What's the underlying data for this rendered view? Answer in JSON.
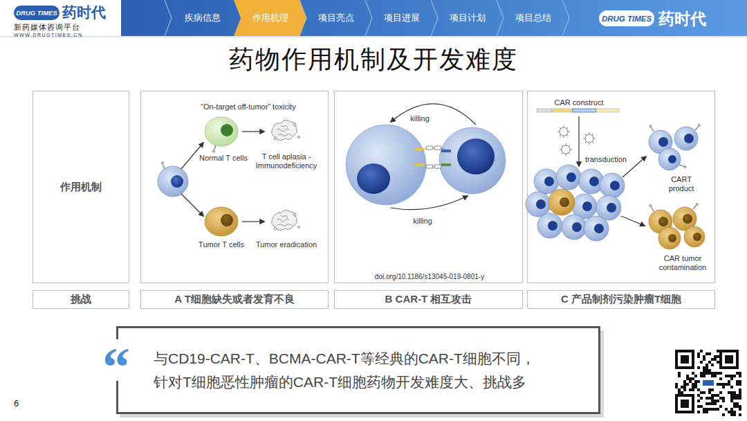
{
  "diagram": {
    "title": "药物作用机制及开发难度",
    "nodes": [
      {
        "text": [
          "疾病信息"
        ]
      },
      {
        "text": [
          "作用机理"
        ]
      },
      {
        "text": [
          "项目亮点"
        ]
      },
      {
        "text": [
          "项目进展"
        ]
      },
      {
        "text": [
          "项目计划"
        ]
      },
      {
        "text": [
          "项目总结"
        ]
      },
      {
        "text": [
          "作用机制"
        ]
      },
      {
        "text": [
          "“On-target off-tumor” toxicity",
          "Normal T cells",
          "T cell aplasia - Immunodeficiency",
          "Tumor T cells",
          "Tumor eradication"
        ]
      },
      {
        "text": [
          "killing",
          "killing",
          "doi.org/10.1186/s13045-019-0801-y"
        ]
      },
      {
        "text": [
          "CAR construct",
          "transduction",
          "CART product",
          "CAR tumor contamination"
        ]
      },
      {
        "text": [
          "挑战"
        ]
      },
      {
        "text": [
          "A T细胞缺失或者发育不良"
        ]
      },
      {
        "text": [
          "B CAR-T 相互攻击"
        ]
      },
      {
        "text": [
          "C 产品制剂污染肿瘤T细胞"
        ]
      },
      {
        "text": [
          "与CD19-CAR-T、BCMA-CAR-T等经典的CAR-T细胞不同， 针对T细胞恶性肿瘤的CAR-T细胞药物开发难度大、挑战多"
        ]
      },
      {
        "text": [
          "DRUG TIMES"
        ]
      },
      {
        "text": [
          "DRUG TIMES"
        ]
      }
    ],
    "labels": [
      "药时代",
      "新药媒体咨询平台",
      "WWW.DRUGTIMES.CN",
      "药时代",
      "“",
      "6"
    ]
  }
}
